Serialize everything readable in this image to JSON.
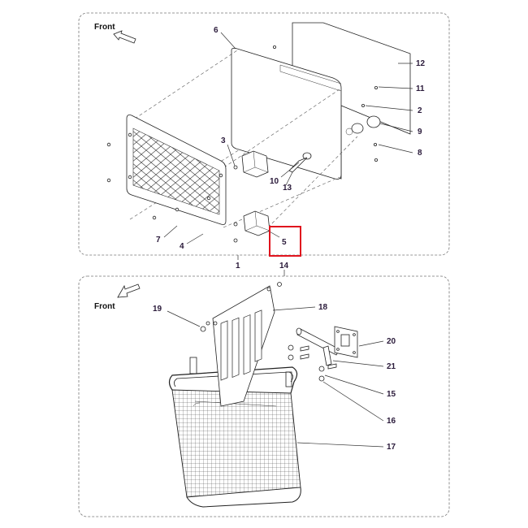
{
  "upper_group": {
    "front_label": "Front",
    "callouts": {
      "p1": "1",
      "p2": "2",
      "p3": "3",
      "p4": "4",
      "p5": "5",
      "p6": "6",
      "p7": "7",
      "p8": "8",
      "p9": "9",
      "p10": "10",
      "p11": "11",
      "p12": "12",
      "p13": "13"
    }
  },
  "lower_group": {
    "front_label": "Front",
    "callouts": {
      "p14": "14",
      "p15": "15",
      "p16": "16",
      "p17": "17",
      "p18": "18",
      "p19": "19",
      "p20": "20",
      "p21": "21"
    }
  },
  "highlight": {
    "target": "5",
    "color": "#e0141e"
  }
}
